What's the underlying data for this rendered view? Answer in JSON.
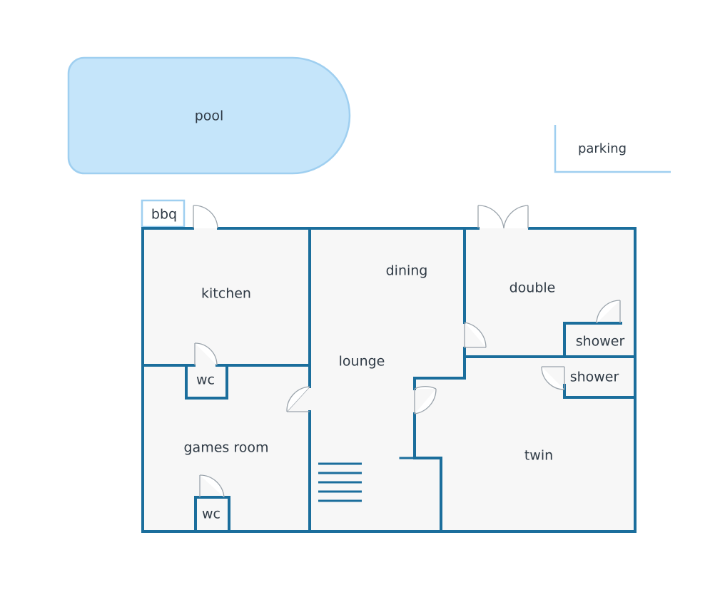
{
  "rooms": {
    "pool": "pool",
    "parking": "parking",
    "bbq": "bbq",
    "kitchen": "kitchen",
    "wc_upper": "wc",
    "games_room": "games room",
    "wc_lower": "wc",
    "dining": "dining",
    "lounge": "lounge",
    "double": "double",
    "shower_upper": "shower",
    "shower_lower": "shower",
    "twin": "twin"
  },
  "colors": {
    "wall": "#1b6e9c",
    "floor": "#f7f7f7",
    "pool_fill": "#c5e5fa",
    "pool_edge": "#9fcff0",
    "door_line": "#9aa3ab",
    "label": "#2f3a45"
  }
}
